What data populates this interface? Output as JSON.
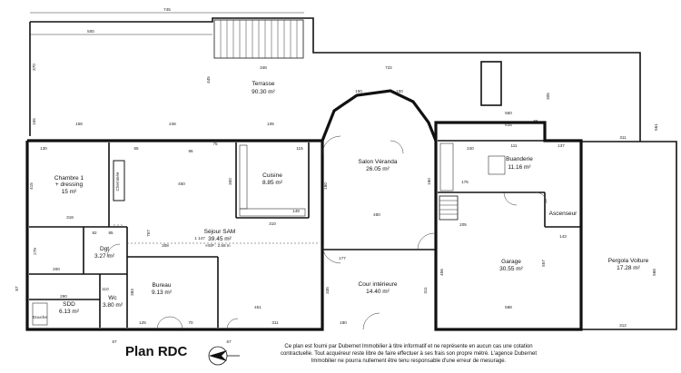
{
  "plan_title": "Plan RDC",
  "disclaimer": "Ce plan est fourni par Dubernet Immobilier à titre informatif et ne représente en aucun cas une cotation contractuelle. Tout acquéreur reste libre de faire effectuer à ses frais son propre métré. L'agence Dubernet Immobilier ne pourra nullement être tenu responsable d'une erreur de mesurage.",
  "rooms": {
    "terrasse": {
      "name": "Terrasse",
      "area": "90.30 m²"
    },
    "salon_veranda": {
      "name": "Salon Véranda",
      "area": "26.05 m²"
    },
    "buanderie": {
      "name": "Buanderie",
      "area": "11.16 m²"
    },
    "chambre1_line1": "Chambre 1",
    "chambre1_line2": "+ dressing",
    "chambre1_area": "15 m²",
    "cuisine": {
      "name": "Cuisine",
      "area": "8.85 m²"
    },
    "sejour": {
      "name": "Séjour SAM",
      "area": "39.45 m²",
      "hsp": "HSP : 2.58 m"
    },
    "dgt": {
      "name": "Dgt",
      "area": "3.27 m²"
    },
    "bureau": {
      "name": "Bureau",
      "area": "9.13 m²"
    },
    "wc": {
      "name": "Wc",
      "area": "3.80 m²"
    },
    "sdd": {
      "name": "SDD",
      "area": "6.13 m²"
    },
    "cour": {
      "name": "Cour intérieure",
      "area": "14.40 m²"
    },
    "garage": {
      "name": "Garage",
      "area": "30.55 m²"
    },
    "ascenseur": {
      "name": "Ascenseur"
    },
    "pergola": {
      "name": "Pergola Voiture",
      "area": "17.28 m²"
    },
    "cheminee": "Cheminée",
    "douche": "Douche"
  },
  "dimensions": {
    "top_total": "745",
    "terrasse_top": "500",
    "terrasse_mid": "348",
    "terrasse_right": "722",
    "d445": "445",
    "d370": "370",
    "d155": "155",
    "d158": "158",
    "d246": "246",
    "d105": "105",
    "d130": "130",
    "d65": "65",
    "d115": "115",
    "d75": "75",
    "d96": "96",
    "d300": "300",
    "d415": "415",
    "d318": "318",
    "d450": "450",
    "d310": "310",
    "d149": "149",
    "d1147": "1 147",
    "d308": "308",
    "d757": "757",
    "d200": "200",
    "d279": "279",
    "d451": "451",
    "d125": "125",
    "d70": "70",
    "d311a": "311",
    "d180": "180",
    "d335": "335",
    "d177": "177",
    "d311b": "311",
    "d160a": "160",
    "d160b": "160",
    "d560": "560",
    "d615": "615",
    "d305": "305",
    "d311c": "311",
    "d561": "561",
    "d240": "240",
    "d111": "111",
    "d137": "137",
    "d175": "175",
    "d205": "205",
    "d588": "588",
    "d312": "312",
    "d568": "568",
    "d143": "143",
    "d557": "557",
    "d456": "456",
    "d67a": "67",
    "d67b": "67",
    "d87": "87",
    "d290": "290",
    "d383": "383",
    "d110": "110",
    "d82": "82",
    "d85": "85"
  }
}
